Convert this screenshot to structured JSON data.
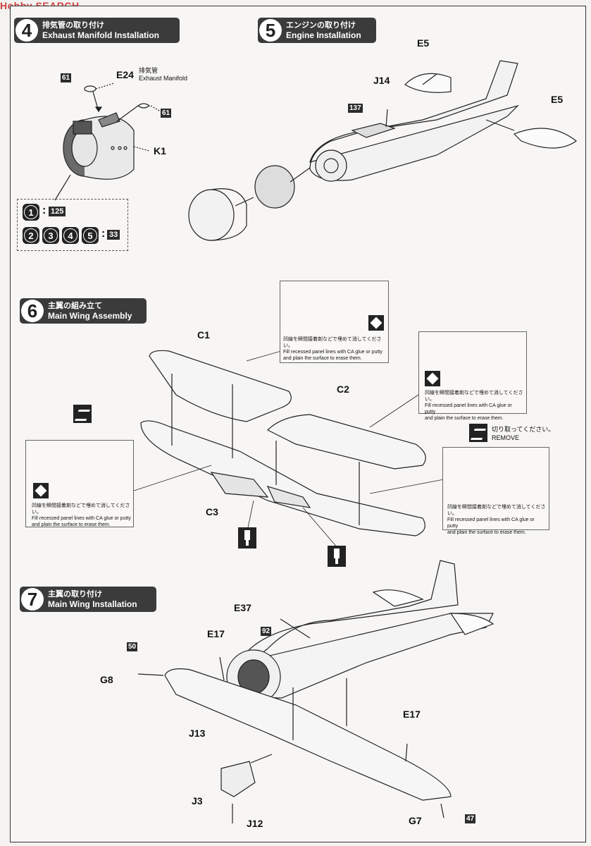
{
  "watermark": {
    "prefix": "Hobby",
    "suffix": "SEARCH"
  },
  "steps": [
    {
      "num": "4",
      "jp": "排気管の取り付け",
      "en": "Exhaust Manifold Installation"
    },
    {
      "num": "5",
      "jp": "エンジンの取り付け",
      "en": "Engine Installation"
    },
    {
      "num": "6",
      "jp": "主翼の組み立て",
      "en": "Main Wing Assembly"
    },
    {
      "num": "7",
      "jp": "主翼の取り付け",
      "en": "Main Wing Installation"
    }
  ],
  "step4": {
    "parts": {
      "e24": "E24",
      "k1": "K1"
    },
    "e24_jp": "排気管",
    "e24_en": "Exhaust Manifold",
    "color_tag_a": "61",
    "color_tag_b": "61",
    "color_box": {
      "row1": {
        "numbers": [
          "1"
        ],
        "color": "125"
      },
      "row2": {
        "numbers": [
          "2",
          "3",
          "4",
          "5"
        ],
        "color": "33"
      }
    }
  },
  "step5": {
    "parts": {
      "e5_top": "E5",
      "e5_right": "E5",
      "j14": "J14"
    },
    "color_tag": "137"
  },
  "step6": {
    "parts": {
      "c1": "C1",
      "c2": "C2",
      "c3": "C3"
    },
    "note_jp": "凹線を瞬間接着剤などで埋めて消してください。",
    "note_en_1": "Fill recessed panel lines with CA glue or putty",
    "note_en_2": "and plain the surface to erase them.",
    "remove_jp": "切り取ってください。",
    "remove_en": "REMOVE"
  },
  "step7": {
    "parts": {
      "e37": "E37",
      "e17_left": "E17",
      "e17_right": "E17",
      "g8": "G8",
      "g7": "G7",
      "j13": "J13",
      "j3": "J3",
      "j12": "J12"
    },
    "color_tags": {
      "e37": "92",
      "g8": "50",
      "g7": "47"
    }
  }
}
